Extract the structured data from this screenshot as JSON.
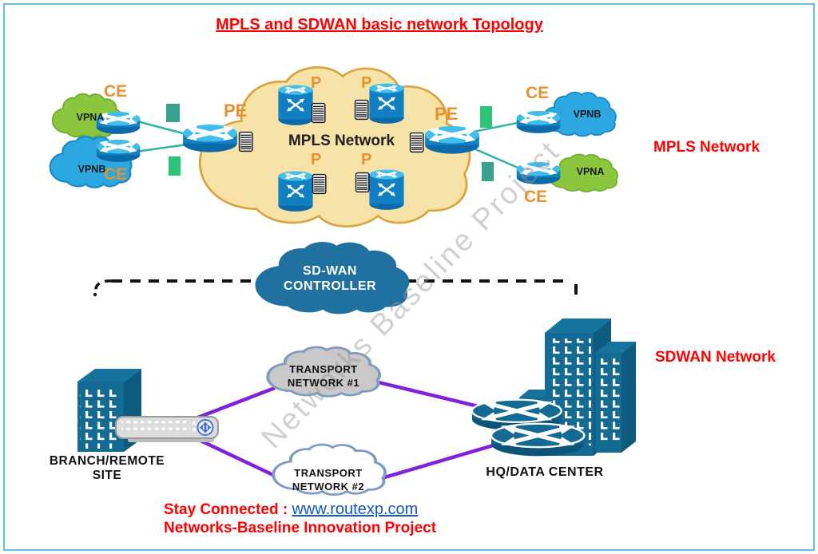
{
  "title": "MPLS and SDWAN basic network Topology",
  "watermark": "Networks Baseline Project",
  "mpls": {
    "section_label": "MPLS Network",
    "cloud_label": "MPLS Network",
    "left_ce_top": "CE",
    "left_ce_bottom": "CE",
    "left_vpna": "VPNA",
    "left_vpnb": "VPNB",
    "left_pe": "PE",
    "right_pe": "PE",
    "right_ce_top": "CE",
    "right_ce_bottom": "CE",
    "right_vpnb": "VPNB",
    "right_vpna": "VPNA",
    "p1": "P",
    "p2": "P",
    "p3": "P",
    "p4": "P"
  },
  "sdwan": {
    "section_label": "SDWAN Network",
    "controller_line1": "SD-WAN",
    "controller_line2": "CONTROLLER",
    "branch_line1": "BRANCH/REMOTE",
    "branch_line2": "SITE",
    "transport1_line1": "TRANSPORT",
    "transport1_line2": "NETWORK #1",
    "transport2_line1": "TRANSPORT",
    "transport2_line2": "NETWORK #2",
    "hq_label": "HQ/DATA CENTER"
  },
  "footer": {
    "stay_connected": "Stay Connected :",
    "link": "www.routexp.com",
    "line2": "Networks-Baseline Innovation Project"
  },
  "colors": {
    "accent_red": "#FF0000",
    "label_orange": "#E8912D",
    "mpls_cloud_fill": "#F7E2A7",
    "mpls_cloud_stroke": "#D9A43C",
    "vpna_green": "#8CC63F",
    "vpnb_blue": "#2CA8E0",
    "controller_blue": "#20719F",
    "transport1_gray": "#C9C9C9",
    "transport_stroke": "#7D9CC0",
    "purple_link": "#7E22DD",
    "teal_link": "#2FB3A3",
    "building_blue": "#136A93",
    "border_blue": "#63BCE9",
    "link_blue": "#1354C8"
  }
}
